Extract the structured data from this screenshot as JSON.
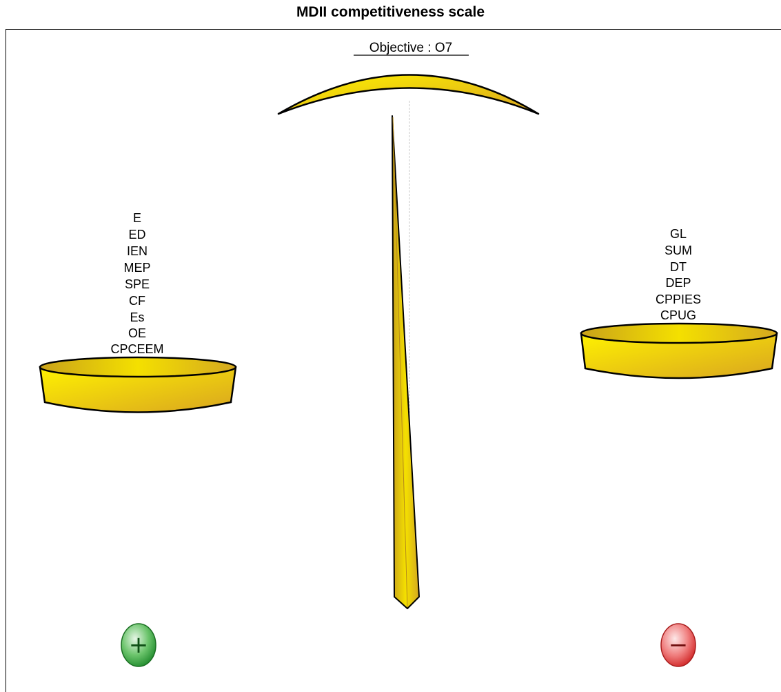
{
  "title": "MDII competitiveness scale",
  "objective": "Objective : O7",
  "left_pan": {
    "items": [
      "E",
      "ED",
      "IEN",
      "MEP",
      "SPE",
      "CF",
      "Es",
      "OE",
      "CPCEEM"
    ]
  },
  "right_pan": {
    "items": [
      "GL",
      "SUM",
      "DT",
      "DEP",
      "CPPIES",
      "CPUG"
    ]
  },
  "buttons": {
    "plus": "+",
    "minus": "−"
  },
  "colors": {
    "gold_light": "#fff200",
    "gold_dark": "#d9a520",
    "plus_green": "#2e9e3a",
    "minus_red": "#e23b3b"
  }
}
